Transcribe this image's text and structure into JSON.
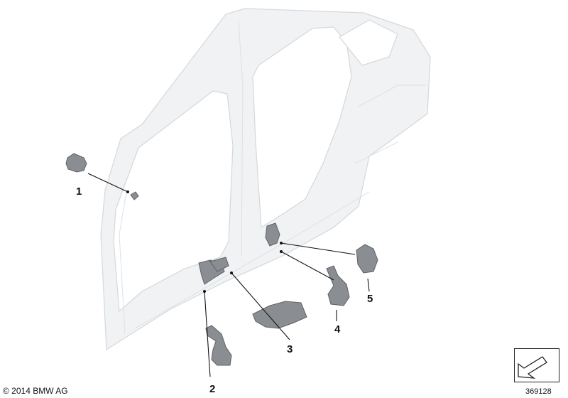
{
  "callouts": {
    "c1": "1",
    "c2": "2",
    "c3": "3",
    "c4": "4",
    "c5": "5"
  },
  "footer": {
    "copyright": "© 2014 BMW AG",
    "diagram_id": "369128"
  },
  "colors": {
    "frame_fill": "#f0f2f4",
    "frame_stroke": "#d4d8dc",
    "part_fill": "#8a8e92",
    "part_stroke": "#5e6266",
    "leader": "#111111"
  },
  "icons": {
    "nav": "arrow-icon"
  }
}
